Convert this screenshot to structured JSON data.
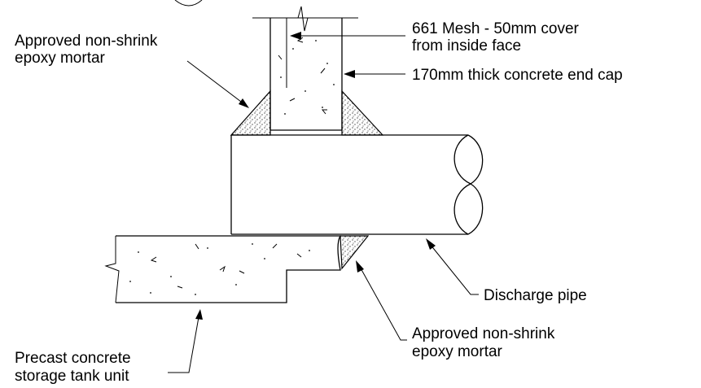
{
  "labels": {
    "mortar_top": [
      "Approved non-shrink",
      "epoxy mortar"
    ],
    "mesh": [
      "661 Mesh - 50mm cover",
      "from inside face"
    ],
    "end_cap": "170mm thick concrete end cap",
    "discharge_pipe": "Discharge pipe",
    "mortar_bottom": [
      "Approved non-shrink",
      "epoxy mortar"
    ],
    "tank_unit": [
      "Precast concrete",
      "storage tank unit"
    ]
  }
}
